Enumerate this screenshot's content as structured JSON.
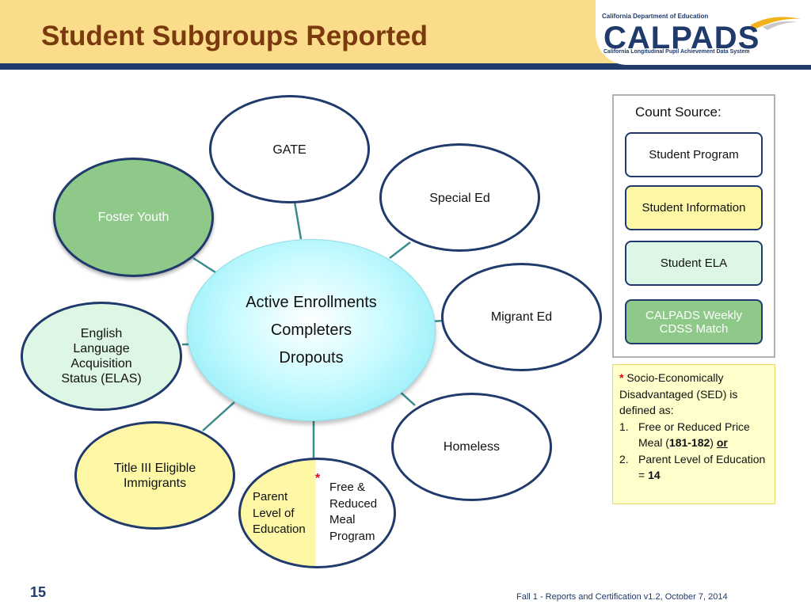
{
  "header": {
    "title": "Student Subgroups Reported",
    "logo": {
      "dept": "California Department of Education",
      "name": "CALPADS",
      "subtitle": "California Longitudinal Pupil Achievement Data System"
    }
  },
  "center": {
    "line1": "Active Enrollments",
    "line2": "Completers",
    "line3": "Dropouts"
  },
  "nodes": {
    "gate": "GATE",
    "special_ed": "Special Ed",
    "migrant_ed": "Migrant Ed",
    "homeless": "Homeless",
    "foster_youth": "Foster Youth",
    "elas": "English Language Acquisition Status (ELAS)",
    "title3": "Title III Eligible Immigrants",
    "sed_left": "Parent Level of Education",
    "sed_right": "Free & Reduced Meal Program",
    "sed_star": "*"
  },
  "legend": {
    "title": "Count Source:",
    "items": {
      "program": "Student Program",
      "information": "Student Information",
      "ela": "Student ELA",
      "cdss": "CALPADS Weekly CDSS Match"
    }
  },
  "note": {
    "star": "*",
    "intro": "Socio-Economically Disadvantaged (SED) is defined as:",
    "item1_num": "1.",
    "item1_text": "Free or Reduced Price Meal (",
    "item1_bold": "181-182",
    "item1_close": ")",
    "item1_or": "or",
    "item2_num": "2.",
    "item2_text": "Parent Level of Education = ",
    "item2_bold": "14"
  },
  "footer": {
    "page": "15",
    "text": "Fall 1 - Reports and Certification v1.2, October 7, 2014"
  },
  "colors": {
    "program": "#ffffff",
    "information": "#fdf7a6",
    "ela": "#ddf7e4",
    "cdss": "#8ec98a",
    "navy": "#1f3a6b",
    "title": "#7b3a0e"
  }
}
